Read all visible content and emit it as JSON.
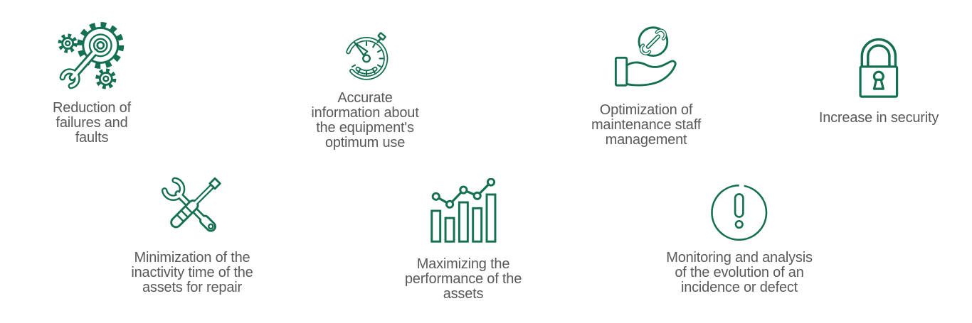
{
  "colors": {
    "icon_stroke": "#156f52",
    "label_text": "#58595b",
    "background": "#ffffff"
  },
  "items": [
    {
      "icon": "gears-wrench-icon",
      "lines": [
        "Reduction of",
        "failures and",
        "faults"
      ]
    },
    {
      "icon": "stopwatch-gauge-icon",
      "lines": [
        "Accurate",
        "information about",
        "the equipment's",
        "optimum use"
      ]
    },
    {
      "icon": "hand-holding-wrench-icon",
      "lines": [
        "Optimization of",
        "maintenance staff",
        "management"
      ]
    },
    {
      "icon": "padlock-icon",
      "lines": [
        "Increase in security"
      ]
    },
    {
      "icon": "crossed-wrench-screwdriver-icon",
      "lines": [
        "Minimization of the",
        "inactivity time of the",
        "assets for repair"
      ]
    },
    {
      "icon": "bar-chart-trend-icon",
      "lines": [
        "Maximizing the",
        "performance of the",
        "assets"
      ]
    },
    {
      "icon": "alert-exclamation-circle-icon",
      "lines": [
        "Monitoring and analysis",
        "of the evolution of an",
        "incidence or defect"
      ]
    }
  ]
}
